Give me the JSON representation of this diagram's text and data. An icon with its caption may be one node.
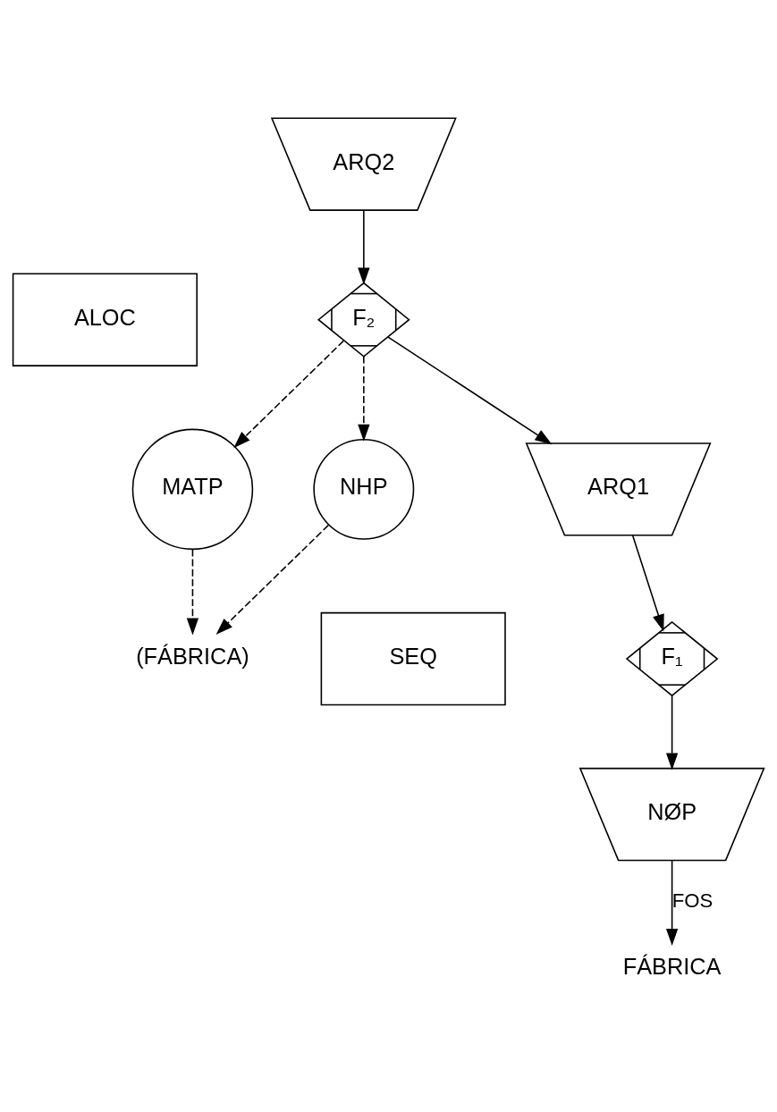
{
  "diagram": {
    "nodes": [
      {
        "text": [
          "ARQ2"
        ]
      },
      {
        "text": [
          "ALOC"
        ]
      },
      {
        "text": [
          "F₂"
        ]
      },
      {
        "text": [
          "MATP"
        ]
      },
      {
        "text": [
          "NHP"
        ]
      },
      {
        "text": [
          "(FÁBRICA)"
        ]
      },
      {
        "text": [
          "ARQ1"
        ]
      },
      {
        "text": [
          "SEQ"
        ]
      },
      {
        "text": [
          "F₁"
        ]
      },
      {
        "text": [
          "NØP"
        ]
      },
      {
        "text": [
          "FÁBRICA"
        ]
      }
    ],
    "edges": [
      {
        "from": 0,
        "to": 2,
        "arrow": "to"
      },
      {
        "from": 2,
        "to": 6,
        "arrow": "to"
      },
      {
        "from": 2,
        "to": 3,
        "arrow": "to",
        "style": "dashed"
      },
      {
        "from": 2,
        "to": 4,
        "arrow": "to",
        "style": "dashed"
      },
      {
        "from": 3,
        "to": 5,
        "arrow": "to",
        "style": "dashed"
      },
      {
        "from": 4,
        "to": 5,
        "arrow": "to",
        "style": "dashed"
      },
      {
        "from": 6,
        "to": 8,
        "arrow": "to"
      },
      {
        "from": 8,
        "to": 9,
        "arrow": "to"
      },
      {
        "from": 9,
        "to": 10,
        "arrow": "to",
        "label": "FOS"
      }
    ]
  }
}
